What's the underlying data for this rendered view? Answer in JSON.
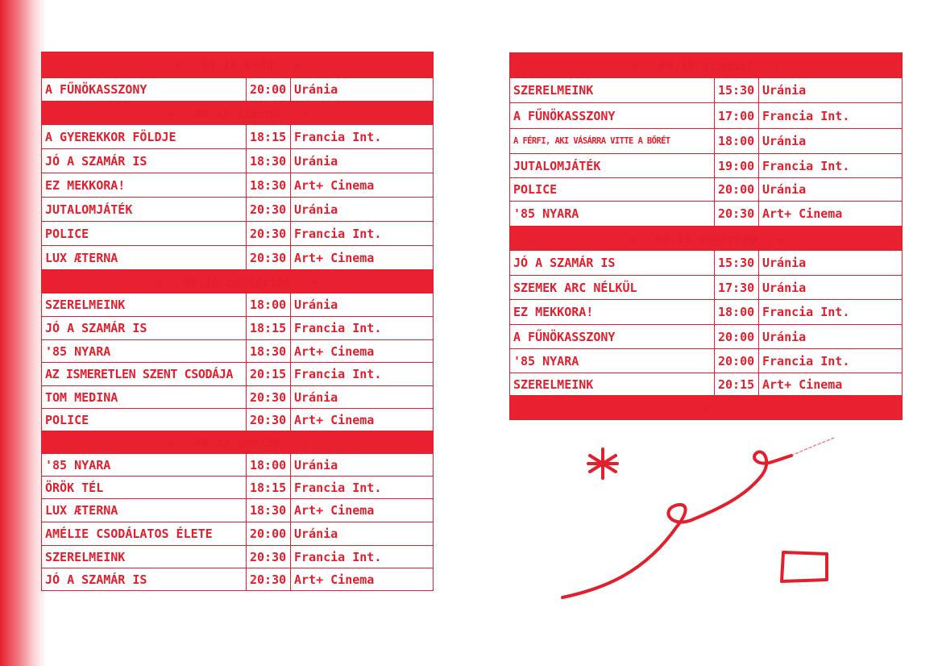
{
  "star": "✳",
  "days": [
    {
      "label": "09.14 kedd",
      "rows": [
        {
          "title": "A FŰNÖKASSZONY",
          "time": "20:00",
          "venue": "Uránia"
        }
      ]
    },
    {
      "label": "09.15 szerda",
      "rows": [
        {
          "title": "A GYEREKKOR FÖLDJE",
          "time": "18:15",
          "venue": "Francia Int."
        },
        {
          "title": "JÓ A SZAMÁR IS",
          "time": "18:30",
          "venue": "Uránia"
        },
        {
          "title": "EZ MEKKORA!",
          "time": "18:30",
          "venue": "Art+ Cinema"
        },
        {
          "title": "JUTALOMJÁTÉK",
          "time": "20:30",
          "venue": "Uránia"
        },
        {
          "title": "POLICE",
          "time": "20:30",
          "venue": "Francia Int."
        },
        {
          "title": "LUX ÆTERNA",
          "time": "20:30",
          "venue": "Art+ Cinema"
        }
      ]
    },
    {
      "label": "09.16 csütörtök",
      "rows": [
        {
          "title": "SZERELMEINK",
          "time": "18:00",
          "venue": "Uránia"
        },
        {
          "title": "JÓ A SZAMÁR IS",
          "time": "18:15",
          "venue": "Francia Int."
        },
        {
          "title": "'85 NYARA",
          "time": "18:30",
          "venue": "Art+ Cinema"
        },
        {
          "title": "AZ ISMERETLEN SZENT CSODÁJA",
          "time": "20:15",
          "venue": "Francia Int."
        },
        {
          "title": "TOM MEDINA",
          "time": "20:30",
          "venue": "Uránia"
        },
        {
          "title": "POLICE",
          "time": "20:30",
          "venue": "Art+ Cinema"
        }
      ]
    },
    {
      "label": "09.17 péntek",
      "rows": [
        {
          "title": "'85 NYARA",
          "time": "18:00",
          "venue": "Uránia"
        },
        {
          "title": "ÖRÖK TÉL",
          "time": "18:15",
          "venue": "Francia Int."
        },
        {
          "title": "LUX ÆTERNA",
          "time": "18:30",
          "venue": "Art+ Cinema"
        },
        {
          "title": "AMÉLIE CSODÁLATOS ÉLETE",
          "time": "20:00",
          "venue": "Uránia"
        },
        {
          "title": "SZERELMEINK",
          "time": "20:30",
          "venue": "Francia Int."
        },
        {
          "title": "JÓ A SZAMÁR IS",
          "time": "20:30",
          "venue": "Art+ Cinema"
        }
      ]
    },
    {
      "label": "09.18 szombat",
      "rows": [
        {
          "title": "SZERELMEINK",
          "time": "15:30",
          "venue": "Uránia"
        },
        {
          "title": "A FŰNÖKASSZONY",
          "time": "17:00",
          "venue": "Francia Int."
        },
        {
          "title": "A FÉRFI, AKI VÁSÁRRA VITTE A BŐRÉT",
          "time": "18:00",
          "venue": "Uránia"
        },
        {
          "title": "JUTALOMJÁTÉK",
          "time": "19:00",
          "venue": "Francia Int."
        },
        {
          "title": "POLICE",
          "time": "20:00",
          "venue": "Uránia"
        },
        {
          "title": "'85 NYARA",
          "time": "20:30",
          "venue": "Art+ Cinema"
        }
      ]
    },
    {
      "label": "09.19 vasárnap",
      "rows": [
        {
          "title": "JÓ A SZAMÁR IS",
          "time": "15:30",
          "venue": "Uránia"
        },
        {
          "title": "SZEMEK ARC NÉLKÜL",
          "time": "17:30",
          "venue": "Uránia"
        },
        {
          "title": "EZ MEKKORA!",
          "time": "18:00",
          "venue": "Francia Int."
        },
        {
          "title": "A FŰNÖKASSZONY",
          "time": "20:00",
          "venue": "Uránia"
        },
        {
          "title": "'85 NYARA",
          "time": "20:00",
          "venue": "Francia Int."
        },
        {
          "title": "SZERELMEINK",
          "time": "20:15",
          "venue": "Art+ Cinema"
        }
      ]
    }
  ]
}
